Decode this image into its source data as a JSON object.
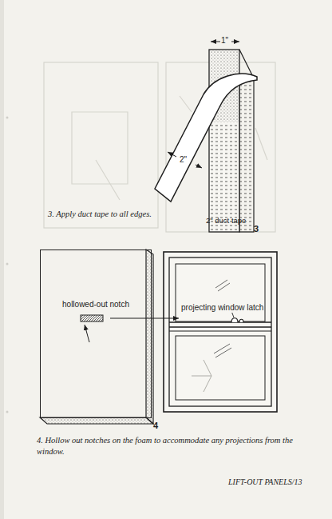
{
  "diagram": {
    "nodes": [
      {
        "text": [
          "hollowed-out notch"
        ]
      }
    ],
    "labels": [
      "3. Apply duct tape to all edges.",
      "1\"",
      "2\"",
      "2\" duct tape",
      "3",
      "projecting window latch",
      "4",
      "4. Hollow out notches on the foam to accommodate any projections from the window.",
      "LIFT-OUT PANELS/13"
    ]
  }
}
